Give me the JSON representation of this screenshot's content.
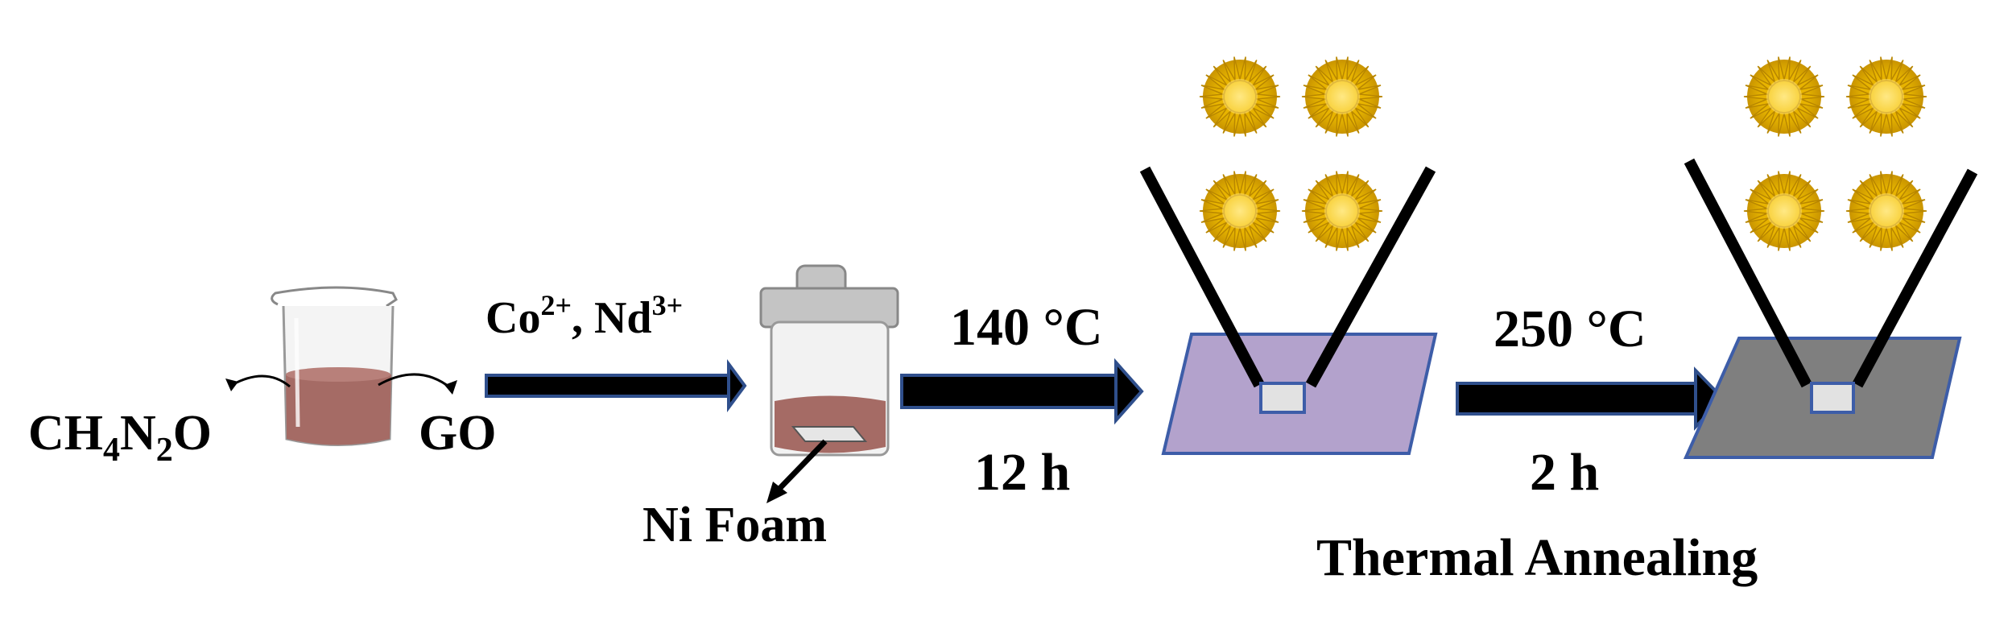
{
  "labels": {
    "urea": "CH",
    "urea_sub1": "4",
    "urea_n": "N",
    "urea_sub2": "2",
    "urea_o": "O",
    "go": "GO",
    "ions_co": "Co",
    "ions_co_sup": "2+",
    "ions_sep": ", Nd",
    "ions_nd_sup": "3+",
    "substrate": "Ni Foam",
    "hydro_temp": "140 °C",
    "hydro_time": "12 h",
    "anneal_temp": "250 °C",
    "anneal_time": "2 h",
    "anneal_caption": "Thermal Annealing"
  },
  "colors": {
    "solution": "#a56b65",
    "arrow_fill": "#000000",
    "arrow_edge": "#2f4f8c",
    "panel_before": "#b3a2cc",
    "panel_after": "#7f7f7f",
    "panel_edge": "#3d5da8",
    "flower": "#e8b400",
    "flower_dark": "#b88600",
    "autoclave_gray": "#c4c4c4"
  },
  "icons": {
    "beaker": "beaker-icon",
    "autoclave": "autoclave-icon",
    "flower": "nanoflower-icon"
  }
}
